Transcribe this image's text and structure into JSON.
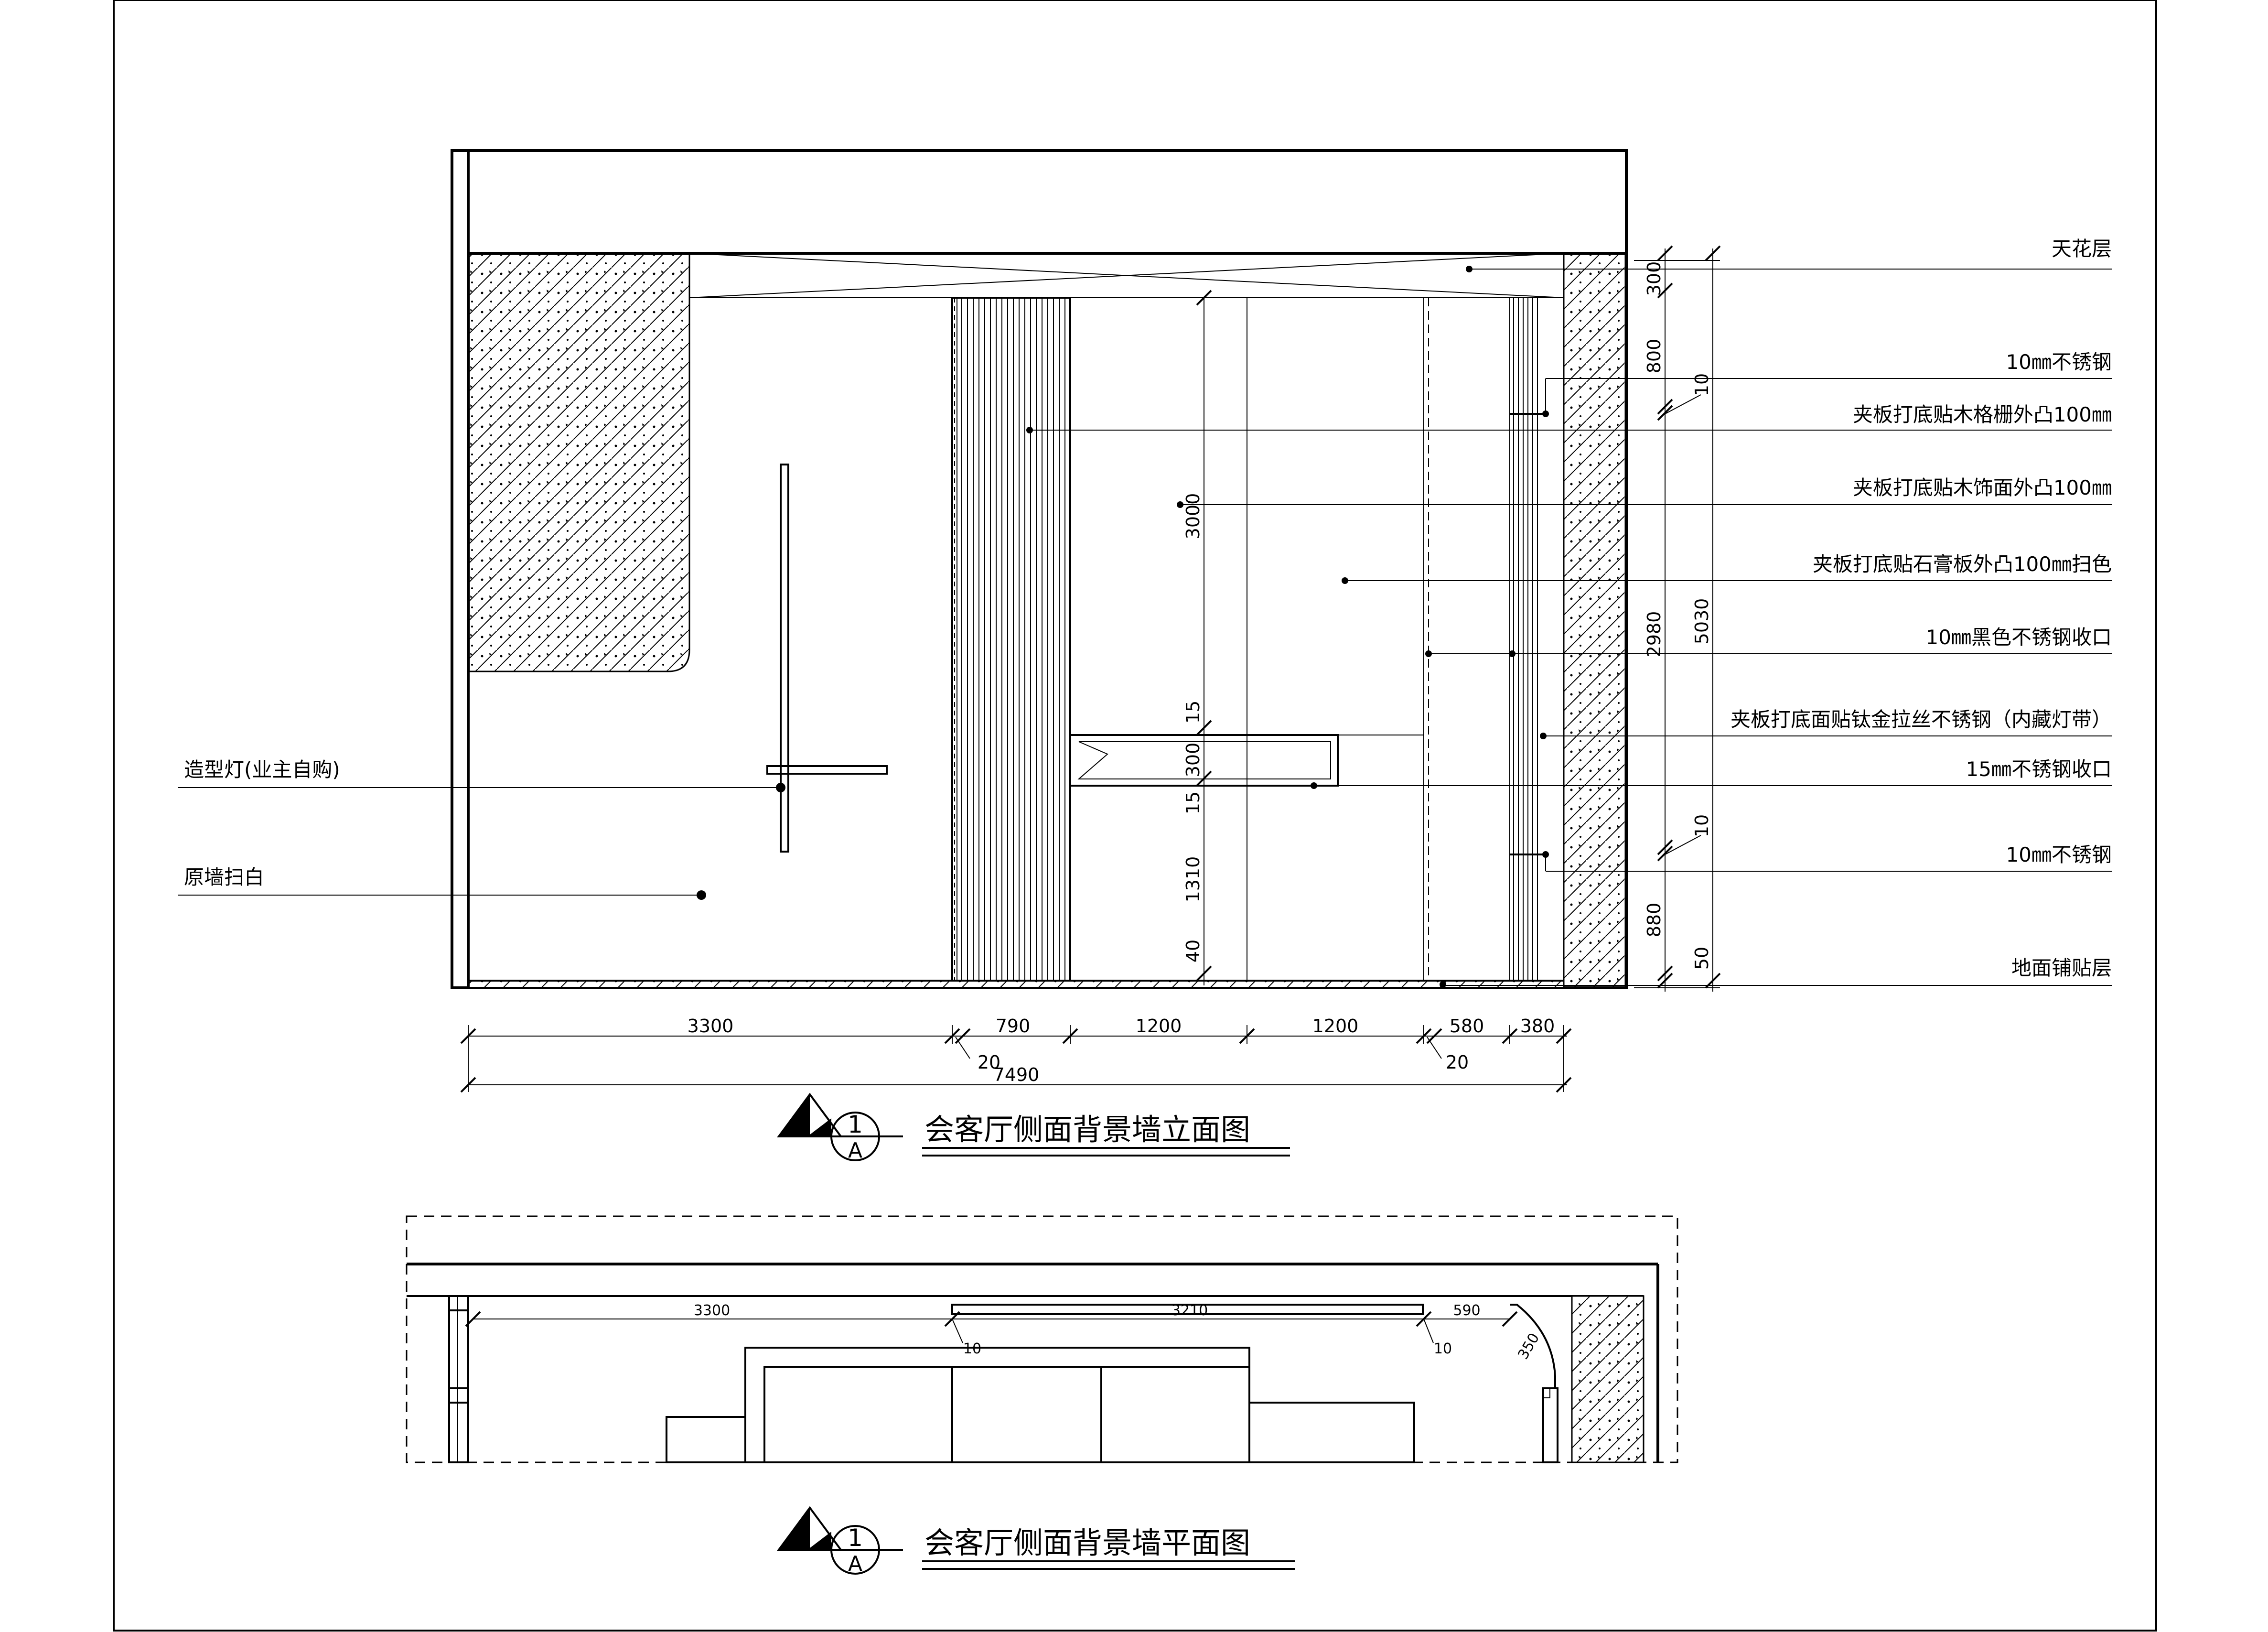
{
  "elevation": {
    "title": "会客厅侧面背景墙立面图",
    "symbol": {
      "number": "1",
      "letter": "A"
    },
    "labels_right": [
      "天花层",
      "10㎜不锈钢",
      "夹板打底贴木格栅外凸100㎜",
      "夹板打底贴木饰面外凸100㎜",
      "夹板打底贴石膏板外凸100㎜扫色",
      "10㎜黑色不锈钢收口",
      "夹板打底面贴钛金拉丝不锈钢（内藏灯带）",
      "15㎜不锈钢收口",
      "10㎜不锈钢",
      "地面铺贴层"
    ],
    "labels_left": [
      "造型灯(业主自购)",
      "原墙扫白"
    ],
    "dims_bottom": [
      "3300",
      "20",
      "790",
      "1200",
      "1200",
      "580",
      "20",
      "380",
      "7490"
    ],
    "dims_right_inner": [
      "300",
      "800",
      "10",
      "2980",
      "10",
      "880",
      "50"
    ],
    "dims_right_total": "5030",
    "dims_center": [
      "3000",
      "15",
      "300",
      "15",
      "1310",
      "40"
    ]
  },
  "plan": {
    "title": "会客厅侧面背景墙平面图",
    "symbol": {
      "number": "1",
      "letter": "A"
    },
    "dims": [
      "3300",
      "3210",
      "590",
      "10",
      "10",
      "350"
    ]
  }
}
